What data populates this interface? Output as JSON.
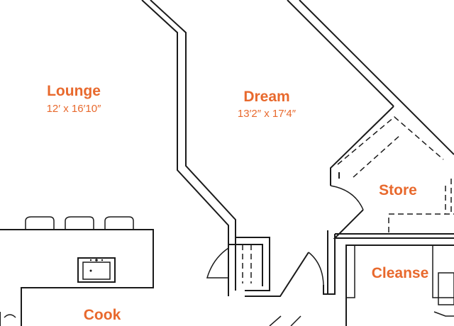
{
  "colors": {
    "label": "#e8692d",
    "wall": "#1a1a1a",
    "background": "#ffffff"
  },
  "rooms": {
    "lounge": {
      "name": "Lounge",
      "dims": "12′ x 16′10″"
    },
    "dream": {
      "name": "Dream",
      "dims": "13′2″ x 17′4″"
    },
    "store": {
      "name": "Store"
    },
    "cleanse": {
      "name": "Cleanse"
    },
    "cook": {
      "name": "Cook"
    }
  },
  "icons": [
    "sink-icon",
    "bar-stool-icon",
    "door-swing-icon",
    "closet-shelf-icon"
  ]
}
